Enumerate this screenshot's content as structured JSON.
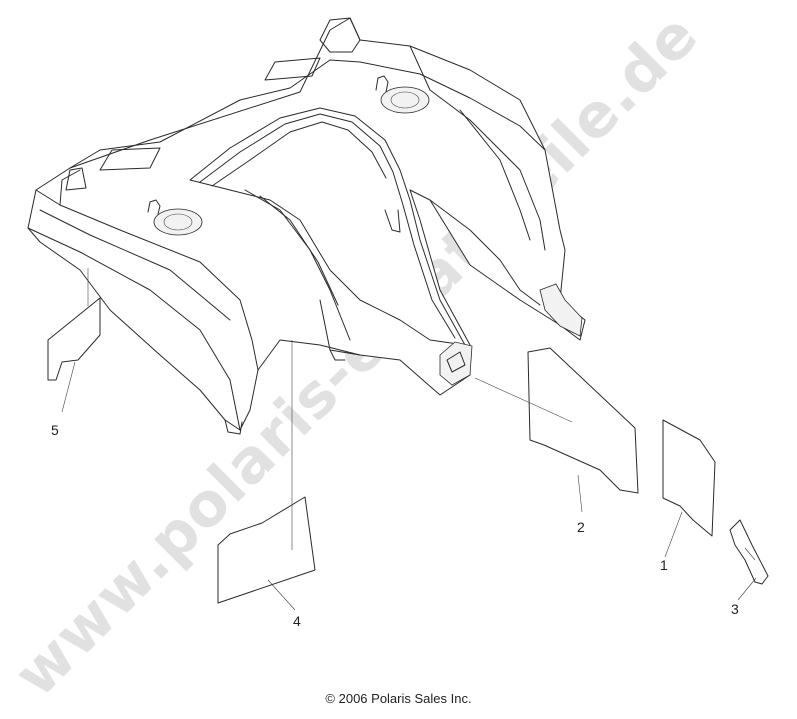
{
  "watermark": "www.polaris-ersatzteile.de",
  "callouts": {
    "c1": "1",
    "c2": "2",
    "c3": "3",
    "c4": "4",
    "c5": "5"
  },
  "copyright": "© 2006 Polaris Sales Inc."
}
